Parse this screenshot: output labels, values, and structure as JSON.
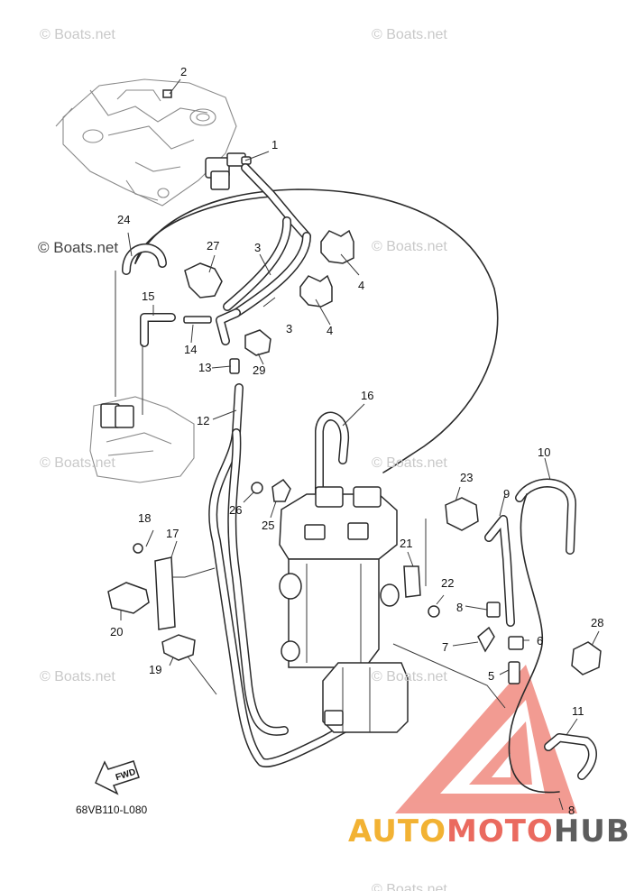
{
  "watermarks": {
    "w1": "© Boats.net",
    "w2": "© Boats.net",
    "w3": "© Boats.net",
    "w4": "© Boats.net",
    "w5": "© Boats.net",
    "w6": "© Boats.net",
    "w7": "© Boats.net",
    "w8": "© Boats.net",
    "w9": "© Boats.net"
  },
  "callouts": {
    "n1": "1",
    "n2": "2",
    "n3a": "3",
    "n3b": "3",
    "n4a": "4",
    "n4b": "4",
    "n5": "5",
    "n6": "6",
    "n7": "7",
    "n8a": "8",
    "n8b": "8",
    "n9": "9",
    "n10": "10",
    "n11": "11",
    "n12": "12",
    "n13": "13",
    "n14": "14",
    "n15": "15",
    "n16": "16",
    "n17": "17",
    "n18": "18",
    "n19": "19",
    "n20": "20",
    "n21": "21",
    "n22": "22",
    "n23": "23",
    "n24": "24",
    "n25": "25",
    "n26": "26",
    "n27": "27",
    "n28": "28",
    "n29": "29"
  },
  "diagram_code": "68VB110-L080",
  "direction_mark": "FWD",
  "logo": {
    "part1": "AUTO",
    "part2": "MOTO",
    "part3": "HUB"
  },
  "colors": {
    "logo_yellow": "#f2b233",
    "logo_red": "#ea6a5f",
    "logo_gray": "#5d5d5d",
    "line": "#2a2a2a"
  }
}
